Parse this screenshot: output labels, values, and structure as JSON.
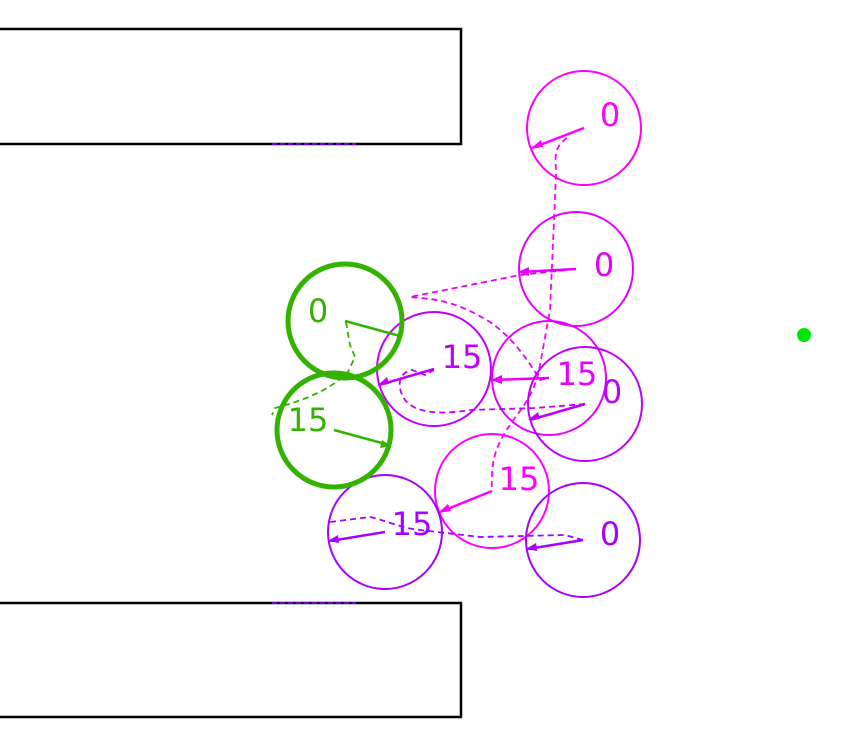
{
  "colors": {
    "wall": "#000000",
    "robot": "#33b300",
    "goal": "#00e600",
    "agent_a": "#ff00ff",
    "agent_b": "#e600ff",
    "agent_c": "#bf00ff",
    "agent_d": "#a600ff",
    "agent_e": "#cc00ff"
  },
  "robot": {
    "start_label": "0",
    "end_label": "15"
  },
  "agents": [
    {
      "id": "a",
      "start_label": "0",
      "end_label": "15"
    },
    {
      "id": "b",
      "start_label": "0",
      "end_label": "15"
    },
    {
      "id": "c",
      "start_label": "0",
      "end_label": "15"
    },
    {
      "id": "d",
      "start_label": "0",
      "end_label": "15"
    }
  ],
  "goal": {
    "icon": "goal-dot"
  }
}
